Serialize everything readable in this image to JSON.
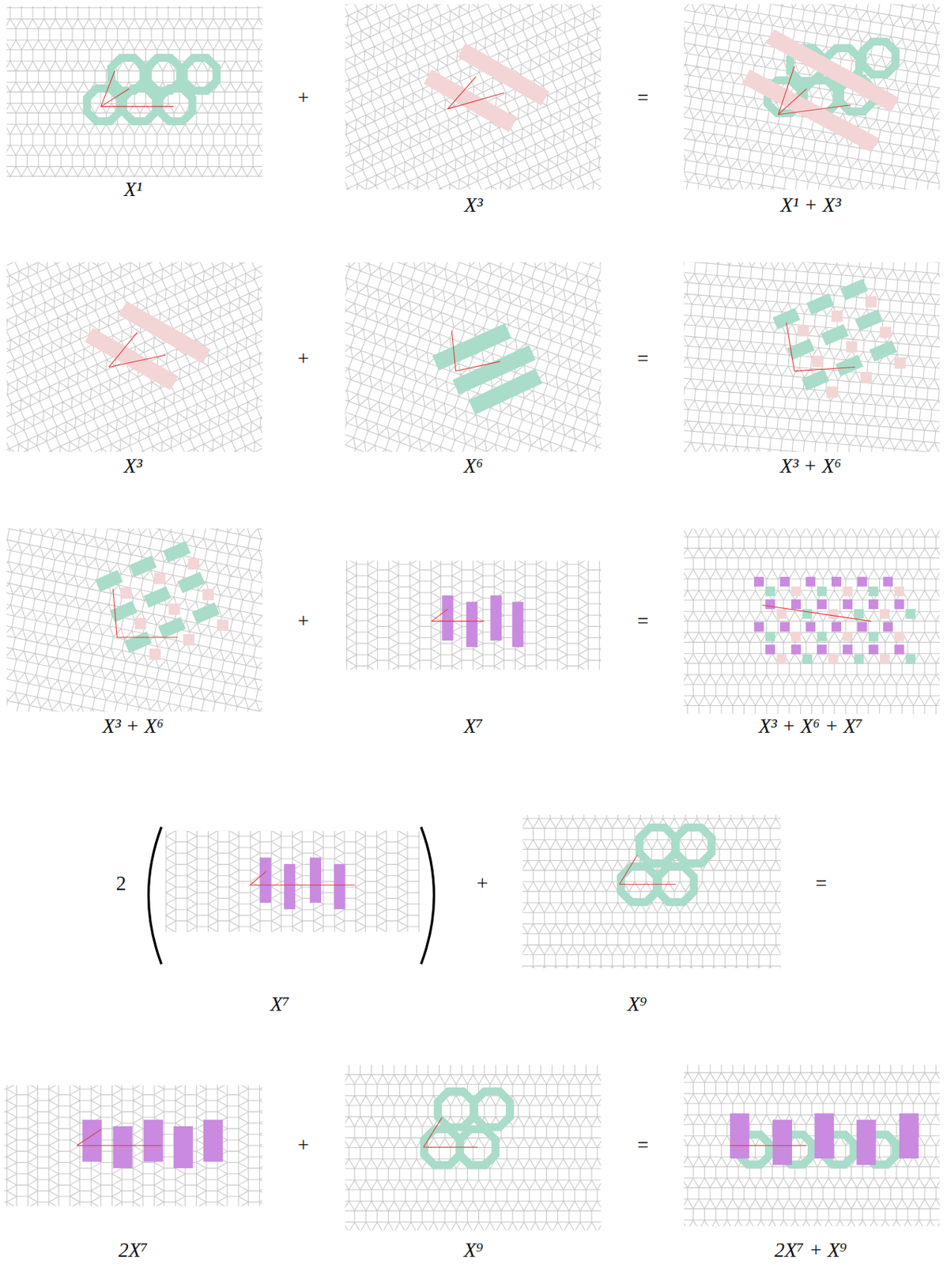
{
  "diagram": {
    "labels": [
      "X¹",
      "+",
      "X³",
      "=",
      "X¹ + X³",
      "X³",
      "+",
      "X⁶",
      "=",
      "X³ + X⁶",
      "X³ + X⁶",
      "+",
      "X⁷",
      "=",
      "X³ + X⁶ + X⁷",
      "2",
      "X⁷",
      "+",
      "X⁹",
      "=",
      "2X⁷",
      "+",
      "X⁹",
      "=",
      "2X⁷ + X⁹"
    ]
  }
}
